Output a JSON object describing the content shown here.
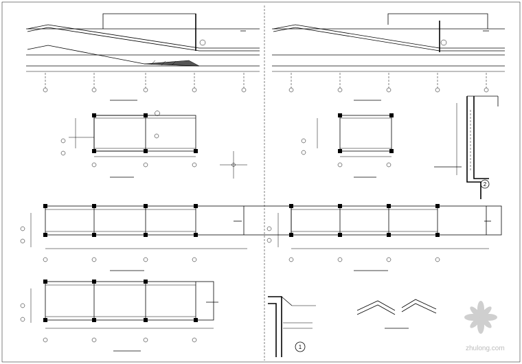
{
  "drawing": {
    "left_circle_label": "1",
    "right_circle_label": "2"
  },
  "watermark": {
    "text": "zhulong.com"
  }
}
